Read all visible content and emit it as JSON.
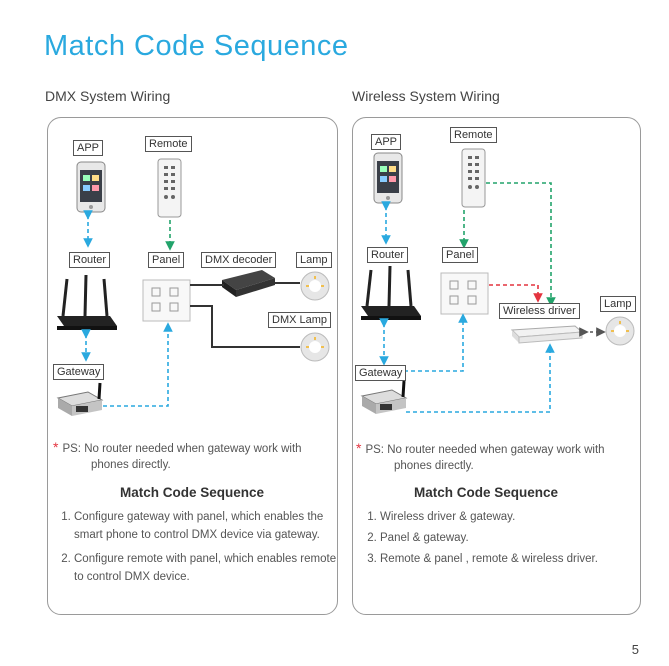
{
  "page": {
    "title": "Match Code Sequence",
    "page_number": "5"
  },
  "dmx": {
    "heading": "DMX System Wiring",
    "labels": {
      "app": "APP",
      "remote": "Remote",
      "router": "Router",
      "panel": "Panel",
      "decoder": "DMX decoder",
      "lamp": "Lamp",
      "dmx_lamp": "DMX Lamp",
      "gateway": "Gateway"
    },
    "ps_prefix": "PS:",
    "ps_line1": "No router needed when gateway work with",
    "ps_line2": "phones directly.",
    "sequence_title": "Match Code Sequence",
    "steps": [
      "Configure gateway with panel, which enables the smart phone to control DMX device via gateway.",
      "Configure remote with panel, which enables remote to control DMX device."
    ]
  },
  "wireless": {
    "heading": "Wireless System Wiring",
    "labels": {
      "app": "APP",
      "remote": "Remote",
      "router": "Router",
      "panel": "Panel",
      "driver": "Wireless driver",
      "lamp": "Lamp",
      "gateway": "Gateway"
    },
    "ps_prefix": "PS:",
    "ps_line1": "No router needed when gateway work with",
    "ps_line2": "phones directly.",
    "sequence_title": "Match Code Sequence",
    "steps": [
      "Wireless driver & gateway.",
      "Panel & gateway.",
      "Remote & panel , remote & wireless driver."
    ]
  },
  "colors": {
    "title_blue": "#2aa9df",
    "link_blue": "#2aa9df",
    "link_green": "#22a36b",
    "link_red": "#e4343f",
    "wire_black": "#333333"
  }
}
